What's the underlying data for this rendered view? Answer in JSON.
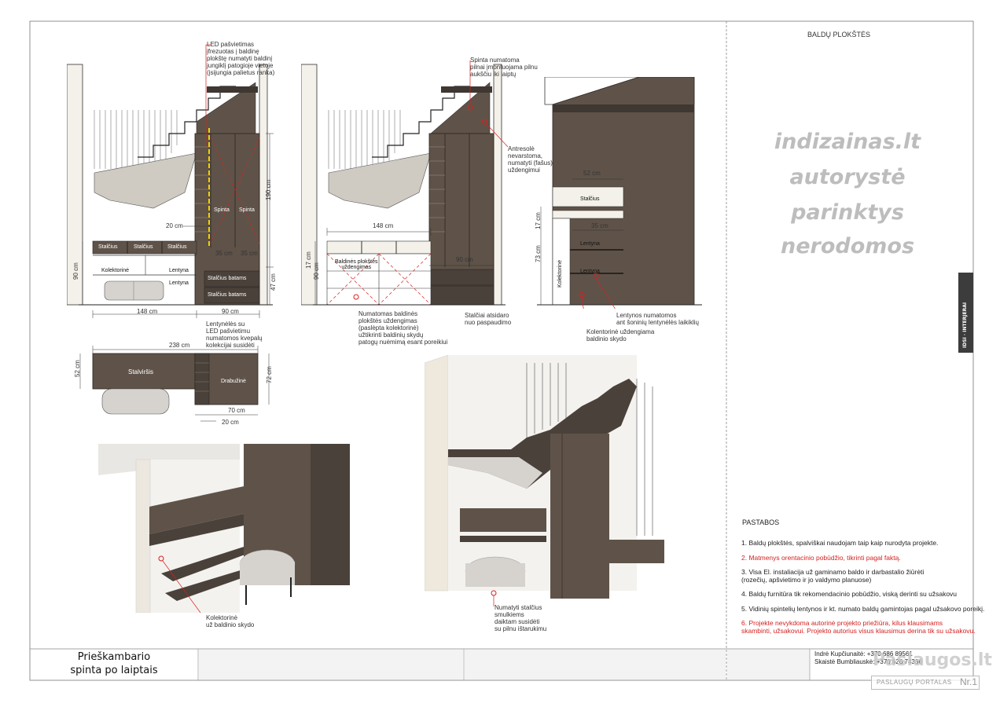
{
  "header": {
    "section_title": "BALDŲ PLOKŠTĖS"
  },
  "watermark": {
    "lines": [
      "indizainas.lt",
      "autorystė",
      "parinktys",
      "nerodomos"
    ]
  },
  "side_tab": {
    "label": "IDSI · INTERJERAI"
  },
  "elevation_1": {
    "note_led": "LED pašvietimas\nįfrezuotas į baldinę\nplokštę numatyti baldinį\njungiklį patogioje vietoje\n(įsijungia palietus ranka)",
    "note_shelves": "Lentynėlės su\nLED pašvietimu\nnumatomos kvepalų\nkolekcijai susidėti",
    "drawer_labels": [
      "Stalčius",
      "Stalčius",
      "Stalčius"
    ],
    "kolektorine": "Kolektorinė",
    "lentyna_1": "Lentyna",
    "lentyna_2": "Lentyna",
    "spinta_1": "Spinta",
    "spinta_2": "Spinta",
    "batams_1": "Stalčius batams",
    "batams_2": "Stalčius batams",
    "dim_20": "20 cm",
    "dim_35a": "35 cm",
    "dim_35b": "35 cm",
    "dim_190": "190 cm",
    "dim_90v": "90 cm",
    "dim_47": "47 cm",
    "dim_148": "148 cm",
    "dim_90h": "90 cm"
  },
  "elevation_2": {
    "note_top": "Spinta numatoma\npilnai įmontuojama pilnu\naukščiu iki laiptų",
    "note_antresole": "Antresolė\nnevarstoma,\nnumatyti (fašus)\nuždengimui",
    "note_kolektorine": "Numatomas baldinės\nplokštės uždengimas\n(paslėpta kolektorinė)\nužtikrinti baldinių skydų\npatogų nuėmimą esant poreikiui",
    "note_drawers": "Stalčiai atsidaro\nnuo paspaudimo",
    "cover_label": "Baldinės plokštės\nuždengimas",
    "dim_148": "148 cm",
    "dim_90": "90 cm",
    "dim_17": "17 cm",
    "dim_90v": "90 cm"
  },
  "section_view": {
    "dim_52": "52 cm",
    "dim_35": "35 cm",
    "dim_17": "17 cm",
    "dim_73": "73 cm",
    "stalcius": "Stalčius",
    "lentyna_1": "Lentyna",
    "lentyna_2": "Lentyna",
    "kolektorine": "Kolektorinė",
    "note_shelves": "Lentynos numatomos\nant šoninių lentynėlės laikiklių",
    "note_kolektorine": "Kolentorinė uždengiama\nbaldinio skydo"
  },
  "plan_view": {
    "dim_238": "238 cm",
    "dim_52": "52 cm",
    "dim_72": "72 cm",
    "dim_70": "70 cm",
    "dim_20": "20 cm",
    "stalvirsis": "Stalviršis",
    "drabuzine": "Drabužinė"
  },
  "renders": {
    "note_left": "Kolektorinė\nuž baldinio skydo",
    "note_right": "Numatyti stalčius\nsmulkiems\ndaiktam susidėti\nsu pilnu ištarukimu"
  },
  "notes": {
    "heading": "PASTABOS",
    "items": [
      {
        "text": "1. Baldų plokštės, spalviškai naudojam taip kaip nurodyta projekte.",
        "color": "#222222"
      },
      {
        "text": "2. Matmenys orentacinio pobūdžio, tikrinti pagal faktą.",
        "color": "#d62020"
      },
      {
        "text": "3. Visa El. instaliacija už gaminamo baldo ir darbastalio žiūrėti\n(rozečių, apšvietimo ir jo valdymo planuose)",
        "color": "#222222"
      },
      {
        "text": "4. Baldų furnitūra tik rekomendacinio pobūdžio, viską derinti su užsakovu",
        "color": "#222222"
      },
      {
        "text": "5. Vidinių spintelių lentynos ir kt. numato baldų gamintojas pagal užsakovo poreikį.",
        "color": "#222222"
      },
      {
        "text": "6. Projekte nevykdoma autorinė projekto priežiūra, kilus klausimams\nskambinti, užsakovui. Projekto autorius visus klausimus derina tik su užsakovu.",
        "color": "#d62020"
      }
    ]
  },
  "title_block": {
    "title": "Prieškambario\nspinta po laiptais",
    "contacts": "Indrė Kupčiunaitė: +370 686 89561\nSkaistė Bumbliauskė: +370 626 74336"
  },
  "brand": {
    "name": "Paslaugos.lt",
    "sub": "PASLAUGŲ PORTALAS",
    "badge": "Nr.1"
  },
  "colors": {
    "wood": "#5f5349",
    "wood_dark": "#3f3731",
    "accent_red": "#d62020",
    "led_yellow": "#f1d200"
  }
}
